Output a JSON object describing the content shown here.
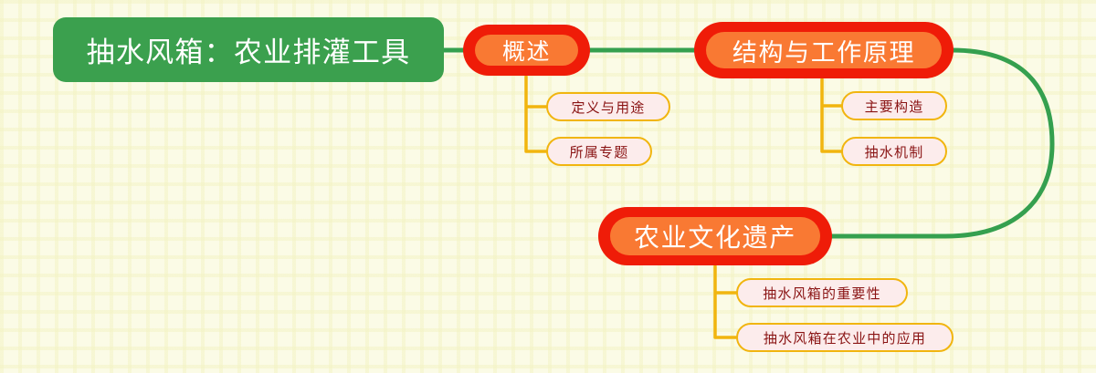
{
  "diagram": {
    "type": "mindmap",
    "title": "抽水风箱：农业排灌工具",
    "colors": {
      "root_fill": "#3ba04e",
      "root_text": "#ffffff",
      "branch_ring": "#ef1c08",
      "branch_fill": "#f97933",
      "branch_text": "#ffffff",
      "leaf_fill": "#fcecec",
      "leaf_border": "#f1b50f",
      "leaf_text": "#8a1414",
      "connector_green": "#35a04f",
      "connector_yellow": "#f1b50f",
      "background": "#fcfce9"
    }
  },
  "root": {
    "label": "抽水风箱：农业排灌工具"
  },
  "branches": [
    {
      "id": "overview",
      "label": "概述",
      "children": [
        {
          "id": "definition",
          "label": "定义与用途"
        },
        {
          "id": "topic",
          "label": "所属专题"
        }
      ]
    },
    {
      "id": "structure",
      "label": "结构与工作原理",
      "children": [
        {
          "id": "structure-main",
          "label": "主要构造"
        },
        {
          "id": "mechanism",
          "label": "抽水机制"
        }
      ]
    },
    {
      "id": "heritage",
      "label": "农业文化遗产",
      "children": [
        {
          "id": "importance",
          "label": "抽水风箱的重要性"
        },
        {
          "id": "application",
          "label": "抽水风箱在农业中的应用"
        }
      ]
    }
  ]
}
